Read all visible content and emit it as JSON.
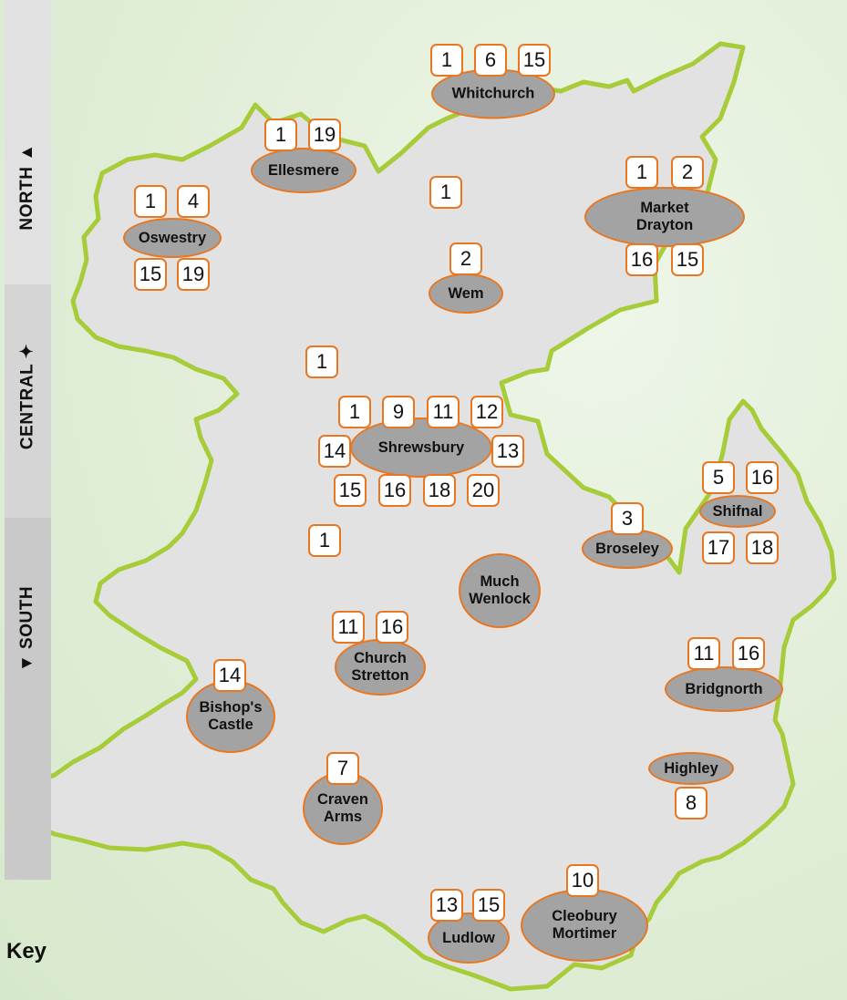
{
  "sidebar": {
    "north": "NORTH ▲",
    "central": "CENTRAL ✦",
    "south": "▼ SOUTH"
  },
  "key_label": "Key",
  "colors": {
    "border": "#e87722",
    "county_outline": "#a7cc3a",
    "town_fill": "#a3a3a3",
    "land": "#e2e2e2"
  },
  "towns": [
    {
      "name": "Whitchurch",
      "line1": "Whitchurch",
      "badges": [
        "1",
        "6",
        "15"
      ]
    },
    {
      "name": "Ellesmere",
      "line1": "Ellesmere",
      "badges": [
        "1",
        "19"
      ]
    },
    {
      "name": "Oswestry",
      "line1": "Oswestry",
      "badges": [
        "1",
        "4",
        "15",
        "19"
      ]
    },
    {
      "name": "Market Drayton",
      "line1": "Market",
      "line2": "Drayton",
      "badges": [
        "1",
        "2",
        "16",
        "15"
      ]
    },
    {
      "name": "Wem",
      "line1": "Wem",
      "badges": [
        "2"
      ]
    },
    {
      "name": "Shrewsbury",
      "line1": "Shrewsbury",
      "badges": [
        "1",
        "9",
        "11",
        "12",
        "14",
        "13",
        "15",
        "16",
        "18",
        "20"
      ]
    },
    {
      "name": "Shifnal",
      "line1": "Shifnal",
      "badges": [
        "5",
        "16",
        "17",
        "18"
      ]
    },
    {
      "name": "Broseley",
      "line1": "Broseley",
      "badges": [
        "3"
      ]
    },
    {
      "name": "Much Wenlock",
      "line1": "Much",
      "line2": "Wenlock",
      "badges": []
    },
    {
      "name": "Church Stretton",
      "line1": "Church",
      "line2": "Stretton",
      "badges": [
        "11",
        "16"
      ]
    },
    {
      "name": "Bishop's Castle",
      "line1": "Bishop's",
      "line2": "Castle",
      "badges": [
        "14"
      ]
    },
    {
      "name": "Bridgnorth",
      "line1": "Bridgnorth",
      "badges": [
        "11",
        "16"
      ]
    },
    {
      "name": "Highley",
      "line1": "Highley",
      "badges": [
        "8"
      ]
    },
    {
      "name": "Craven Arms",
      "line1": "Craven",
      "line2": "Arms",
      "badges": [
        "7"
      ]
    },
    {
      "name": "Ludlow",
      "line1": "Ludlow",
      "badges": [
        "13",
        "15"
      ]
    },
    {
      "name": "Cleobury Mortimer",
      "line1": "Cleobury",
      "line2": "Mortimer",
      "badges": [
        "10"
      ]
    }
  ],
  "standalone_badges": [
    "1",
    "1",
    "1"
  ]
}
